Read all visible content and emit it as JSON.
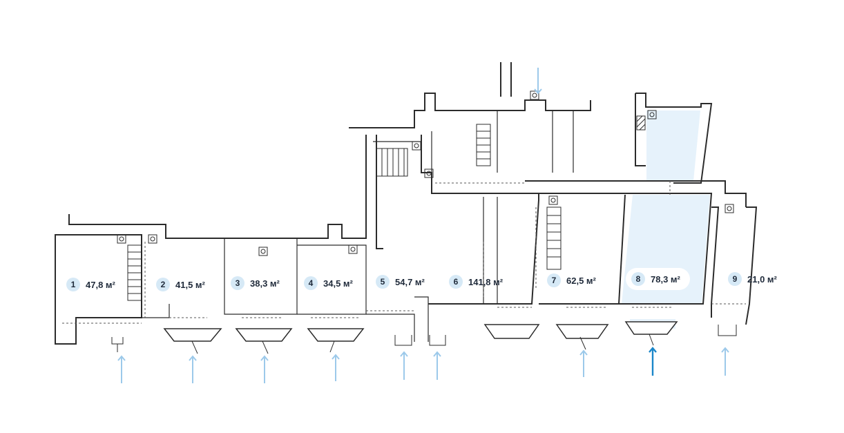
{
  "colors": {
    "wall": "#2b2b2b",
    "highlight_fill": "#e6f2fb",
    "arrow": "#9cc9ea",
    "arrow_active": "#1a86c9",
    "badge": "#d6e9f6"
  },
  "rooms": [
    {
      "number": "1",
      "area": "47,8 м²"
    },
    {
      "number": "2",
      "area": "41,5 м²"
    },
    {
      "number": "3",
      "area": "38,3 м²"
    },
    {
      "number": "4",
      "area": "34,5 м²"
    },
    {
      "number": "5",
      "area": "54,7 м²"
    },
    {
      "number": "6",
      "area": "141,8 м²"
    },
    {
      "number": "7",
      "area": "62,5 м²"
    },
    {
      "number": "8",
      "area": "78,3 м²",
      "selected": true
    },
    {
      "number": "9",
      "area": "21,0 м²"
    }
  ],
  "icons": [
    "entrance-arrow-icon",
    "toilet-icon",
    "stairs-icon"
  ]
}
